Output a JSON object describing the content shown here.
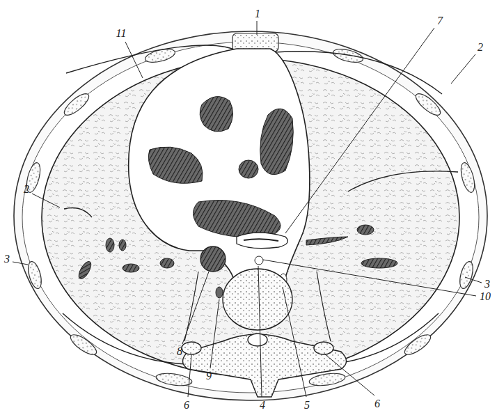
{
  "diagram": {
    "labels": [
      "1",
      "7",
      "11",
      "2",
      "2",
      "3",
      "3",
      "10",
      "8",
      "9",
      "6",
      "4",
      "5",
      "6"
    ]
  }
}
